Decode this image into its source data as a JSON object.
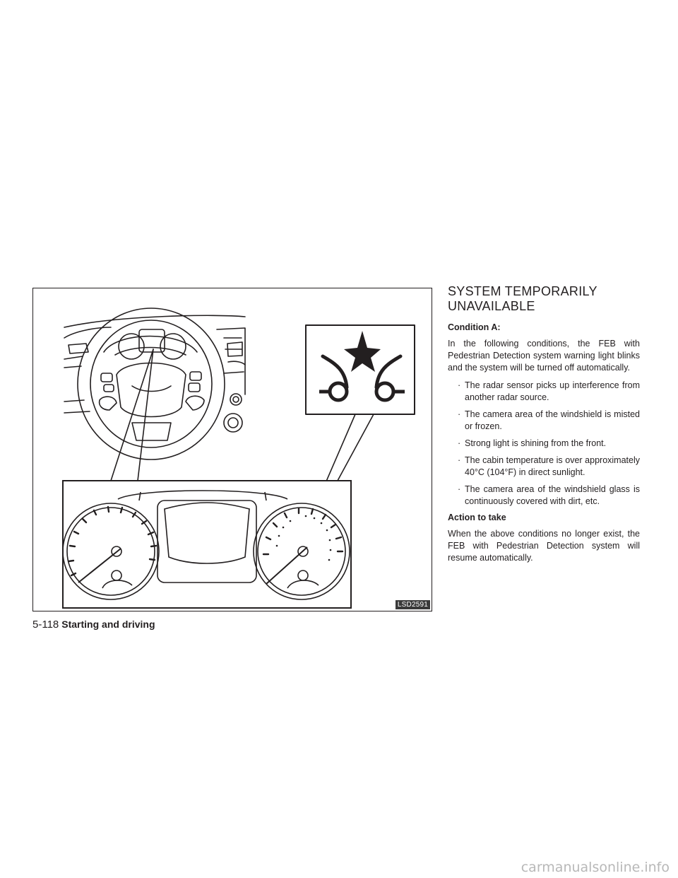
{
  "figure": {
    "code": "LSD2591"
  },
  "section": {
    "title_line1": "SYSTEM TEMPORARILY",
    "title_line2": "UNAVAILABLE",
    "condition_heading": "Condition A:",
    "intro": "In the following conditions, the FEB with Pedestrian Detection system warning light blinks and the system will be turned off automatically.",
    "bullets": [
      "The radar sensor picks up interference from another radar source.",
      "The camera area of the windshield is misted or frozen.",
      "Strong light is shining from the front.",
      "The cabin temperature is over approximately 40°C (104°F) in direct sunlight.",
      "The camera area of the windshield glass is continuously covered with dirt, etc."
    ],
    "action_heading": "Action to take",
    "action_text": "When the above conditions no longer exist, the FEB with Pedestrian Detection system will resume automatically."
  },
  "footer": {
    "page_number": "5-118",
    "chapter": "Starting and driving"
  },
  "watermark": "carmanualsonline.info"
}
